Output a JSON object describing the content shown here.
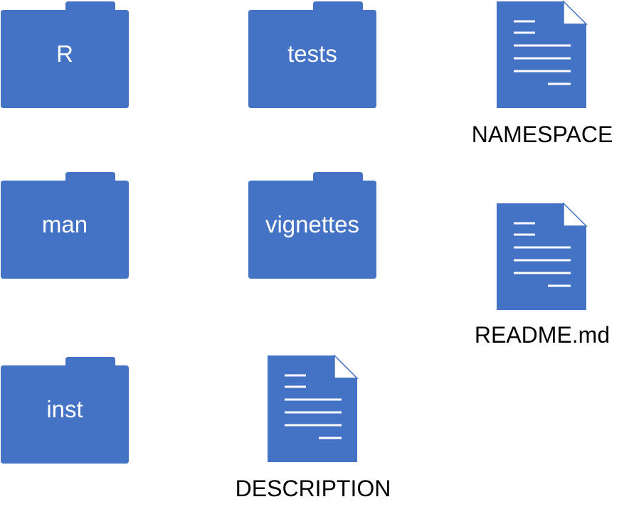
{
  "colors": {
    "icon_fill": "#4472c4",
    "icon_line": "#ffffff",
    "label_text": "#000000"
  },
  "folders": {
    "r": {
      "label": "R",
      "icon": "folder-icon"
    },
    "tests": {
      "label": "tests",
      "icon": "folder-icon"
    },
    "man": {
      "label": "man",
      "icon": "folder-icon"
    },
    "vignettes": {
      "label": "vignettes",
      "icon": "folder-icon"
    },
    "inst": {
      "label": "inst",
      "icon": "folder-icon"
    }
  },
  "files": {
    "namespace": {
      "label": "NAMESPACE",
      "icon": "document-icon"
    },
    "readme": {
      "label": "README.md",
      "icon": "document-icon"
    },
    "description": {
      "label": "DESCRIPTION",
      "icon": "document-icon"
    }
  }
}
